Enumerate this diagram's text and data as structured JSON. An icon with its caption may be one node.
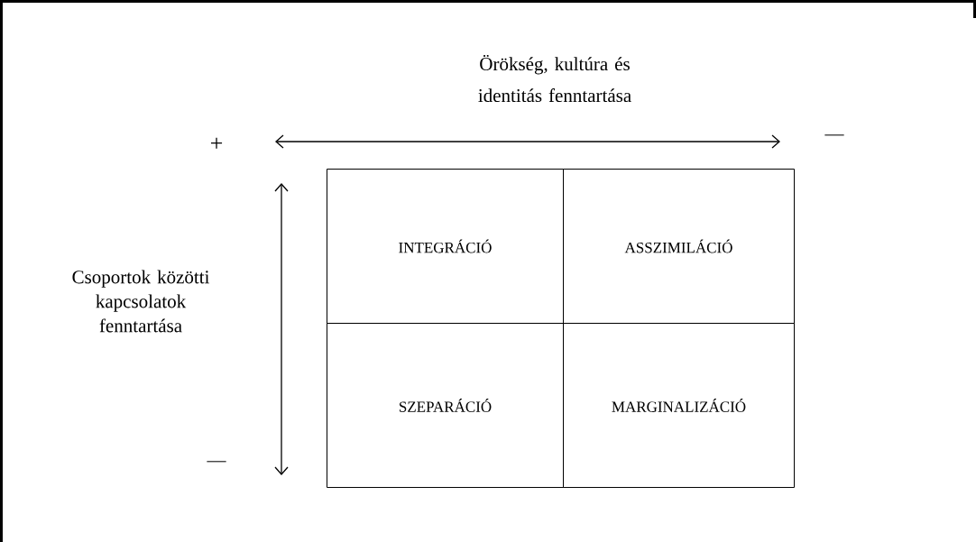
{
  "diagram": {
    "nodes": [
      {
        "text": [
          "INTEGRÁCIÓ"
        ]
      },
      {
        "text": [
          "ASSZIMILÁCIÓ"
        ]
      },
      {
        "text": [
          "SZEPARÁCIÓ"
        ]
      },
      {
        "text": [
          "MARGINALIZÁCIÓ"
        ]
      }
    ],
    "labels": [
      "Örökség, kultúra és identitás fenntartása",
      "+",
      "—",
      "Csoportok közötti kapcsolatok fenntartása",
      "—"
    ]
  }
}
